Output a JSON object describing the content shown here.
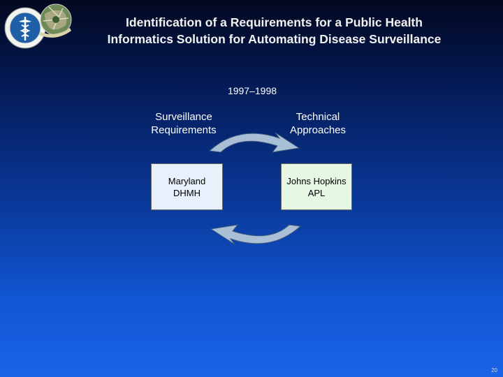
{
  "title": {
    "line1": "Identification of a Requirements for a Public Health",
    "line2": "Informatics Solution for Automating Disease Surveillance"
  },
  "diagram": {
    "year": "1997–1998",
    "left_label": {
      "line1": "Surveillance",
      "line2": "Requirements"
    },
    "right_label": {
      "line1": "Technical",
      "line2": "Approaches"
    },
    "left_box": {
      "line1": "Maryland",
      "line2": "DHMH"
    },
    "right_box": {
      "line1": "Johns Hopkins",
      "line2": "APL"
    }
  },
  "page_number": "20",
  "colors": {
    "title_text": "#f2f2f2",
    "left_box_fill": "#e8f1fb",
    "right_box_fill": "#e6f8e3",
    "arrow_fill": "#a9bfd6"
  }
}
